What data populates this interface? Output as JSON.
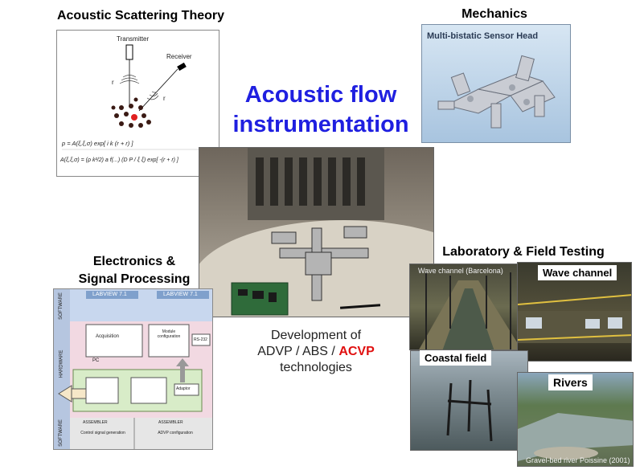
{
  "titles": {
    "theory": "Acoustic Scattering Theory",
    "mechanics": "Mechanics",
    "center_line1": "Acoustic flow",
    "center_line2": "instrumentation",
    "lab": "Laboratory & Field Testing",
    "electronics_line1": "Electronics &",
    "electronics_line2": "Signal Processing"
  },
  "theory_panel": {
    "transmitter": "Transmitter",
    "receiver": "Receiver",
    "r_label_1": "r",
    "r_label_2": "r",
    "eq1": "p = A(ξ,ξ,σ) exp[ i k (r + r) ]",
    "eq2": "A(ξ,ξ,σ) = (ρ k²/2) a f(...) (D P / ξ ξ) exp[ -(r + r) ]"
  },
  "mechanics_panel": {
    "label": "Multi-bistatic Sensor Head"
  },
  "development": {
    "line1": "Development of",
    "line2_a": "ADVP / ABS / ",
    "line2_b": "ACVP",
    "line3": "technologies"
  },
  "electronics_panel": {
    "top_left": "LABVIEW 7.1",
    "top_right": "LABVIEW 7.1",
    "side_top": "SOFTWARE",
    "side_mid": "HARDWARE",
    "side_bottom": "SOFTWARE",
    "pc": "PC",
    "box_acq": "Acquisition",
    "box_mod": "Module configuration",
    "box_rs": "RS-232",
    "box_adaptor": "Adaptor",
    "assembler_1": "ASSEMBLER",
    "assembler_2": "ASSEMBLER",
    "control_signal": "Control signal generation",
    "advp_config": "ADVP configuration"
  },
  "lab_photos": {
    "wave_barcelona": "Wave channel (Barcelona)",
    "wave_channel": "Wave channel",
    "coastal": "Coastal field",
    "rivers": "Rivers",
    "gravel": "Gravel-bed river Poissine (2001)"
  },
  "colors": {
    "title_blue": "#1f1fe0",
    "acvp_red": "#e01010"
  }
}
